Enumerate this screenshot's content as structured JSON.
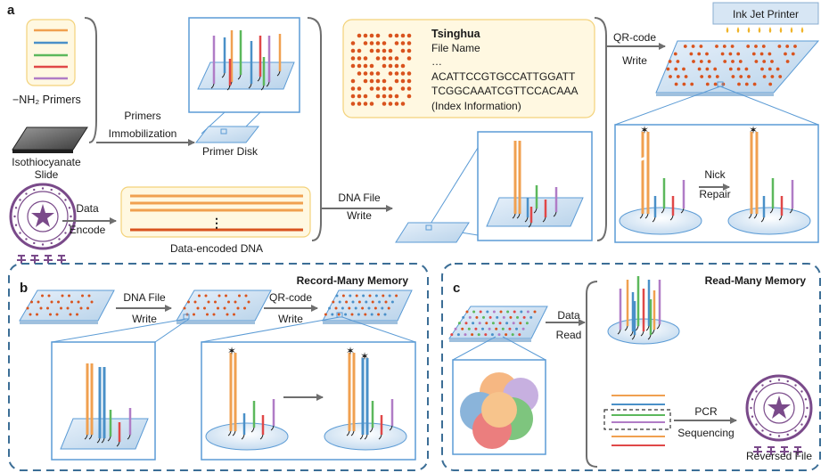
{
  "panels": {
    "a": {
      "letter": "a"
    },
    "b": {
      "letter": "b",
      "title": "Record-Many Memory"
    },
    "c": {
      "letter": "c",
      "title": "Read-Many Memory"
    }
  },
  "labels": {
    "primers": "−NH₂ Primers",
    "slide_1": "Isothiocyanate",
    "slide_2": "Slide",
    "primers_immob_1": "Primers",
    "primers_immob_2": "Immobilization",
    "primer_disk": "Primer Disk",
    "data_encode_1": "Data",
    "data_encode_2": "Encode",
    "data_encoded_dna": "Data-encoded DNA",
    "dna_file_write_1": "DNA File",
    "dna_file_write_2": "Write",
    "qr_write_1": "QR-code",
    "qr_write_2": "Write",
    "ink_jet_printer": "Ink Jet Printer",
    "nick_repair_1": "Nick",
    "nick_repair_2": "Repair",
    "data_read_1": "Data",
    "data_read_2": "Read",
    "pcr_1": "PCR",
    "pcr_2": "Sequencing",
    "reversed_file": "Reversed File",
    "ellipsis_v": "⋮"
  },
  "info_box": {
    "title": "Tsinghua",
    "line1": "File Name",
    "line2": "…",
    "seq1": "ACATTCCGTGCCATTGGATT",
    "seq2": "TCGGCAAATCGTTCCACAAA",
    "note": "(Index Information)"
  },
  "colors": {
    "orange": "#f0a050",
    "blue": "#4a90c8",
    "green": "#5cb85c",
    "red": "#e04848",
    "purple": "#b07cc6",
    "dark_orange": "#d9531e",
    "box_yellow_fill": "#fff8e1",
    "box_yellow_stroke": "#f3d27a",
    "frame_blue": "#5b9bd5",
    "dash_blue": "#3c6e96",
    "seal_purple": "#7a4a8a"
  }
}
